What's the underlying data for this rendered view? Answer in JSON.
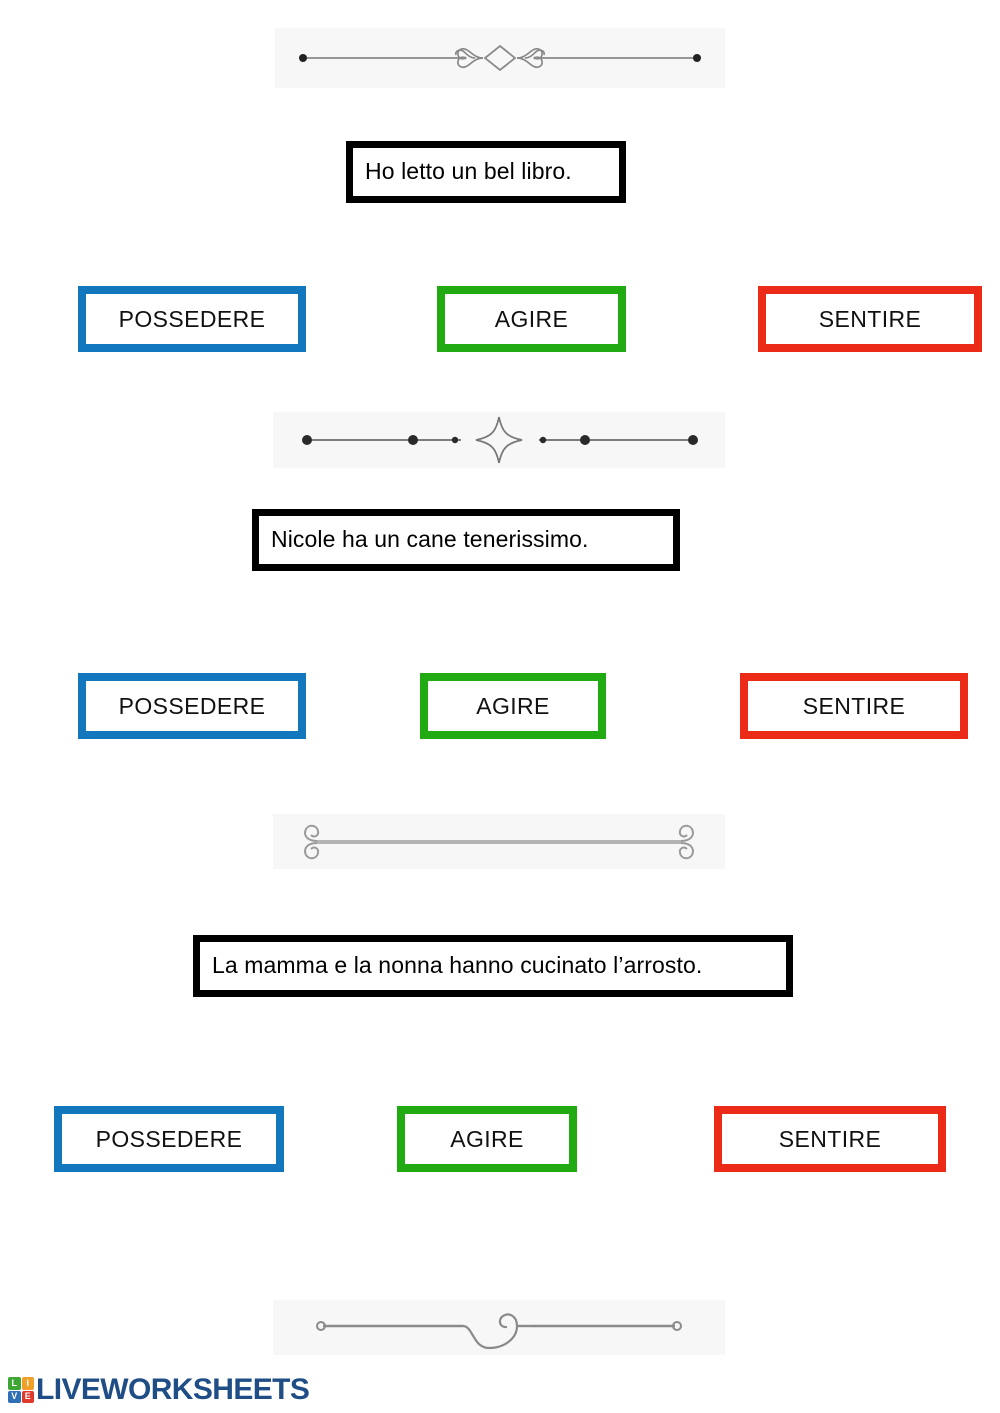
{
  "worksheet": {
    "language": "Italian",
    "dividers": [
      {
        "name": "divider-filigree-diamond",
        "style": "filigree-diamond"
      },
      {
        "name": "divider-star-dots",
        "style": "star-dots"
      },
      {
        "name": "divider-scroll-brackets",
        "style": "scroll-brackets"
      },
      {
        "name": "divider-spiral-wave",
        "style": "spiral-wave"
      }
    ],
    "questions": [
      {
        "sentence": "Ho letto un bel libro.",
        "options": [
          {
            "label": "POSSEDERE",
            "color": "#1277bc"
          },
          {
            "label": "AGIRE",
            "color": "#22aa12"
          },
          {
            "label": "SENTIRE",
            "color": "#ec2a18"
          }
        ]
      },
      {
        "sentence": "Nicole ha un cane tenerissimo.",
        "options": [
          {
            "label": "POSSEDERE",
            "color": "#1277bc"
          },
          {
            "label": "AGIRE",
            "color": "#22aa12"
          },
          {
            "label": "SENTIRE",
            "color": "#ec2a18"
          }
        ]
      },
      {
        "sentence": "La mamma e la nonna hanno cucinato l’arrosto.",
        "options": [
          {
            "label": "POSSEDERE",
            "color": "#1277bc"
          },
          {
            "label": "AGIRE",
            "color": "#22aa12"
          },
          {
            "label": "SENTIRE",
            "color": "#ec2a18"
          }
        ]
      }
    ],
    "footer": {
      "brand": "LIVEWORKSHEETS",
      "mark_letters": [
        {
          "char": "L",
          "color": "#3fa535"
        },
        {
          "char": "I",
          "color": "#f0a02a"
        },
        {
          "char": "V",
          "color": "#2f6fb5"
        },
        {
          "char": "E",
          "color": "#e0392b"
        }
      ],
      "brand_color": "#1f4e87"
    },
    "colors": {
      "divider_bg": "#f7f7f7",
      "divider_ink": "#8a8a8a",
      "sentence_border": "#000000",
      "page_bg": "#ffffff"
    }
  }
}
